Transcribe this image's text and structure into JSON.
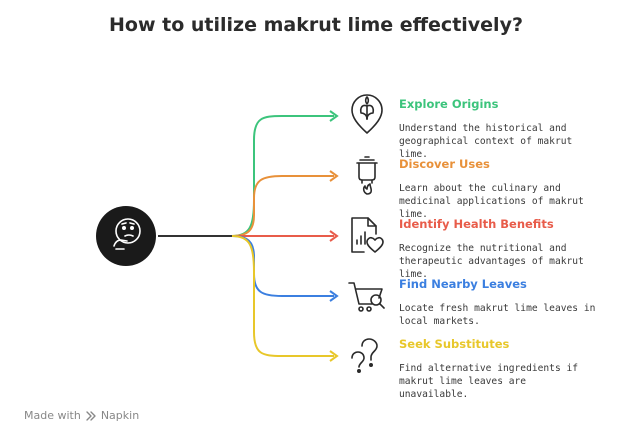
{
  "title": "How to utilize makrut lime effectively?",
  "center": {
    "icon": "thinking-face-icon"
  },
  "branches": [
    {
      "label": "Explore Origins",
      "description": "Understand the historical and geographical context of makrut lime.",
      "color": "#3cc47c",
      "icon": "leaf-pin-icon"
    },
    {
      "label": "Discover Uses",
      "description": "Learn about the culinary and medicinal applications of makrut lime.",
      "color": "#e8913a",
      "icon": "cooking-pot-icon"
    },
    {
      "label": "Identify Health Benefits",
      "description": "Recognize the nutritional and therapeutic advantages of makrut lime.",
      "color": "#e85c4a",
      "icon": "health-report-icon"
    },
    {
      "label": "Find Nearby Leaves",
      "description": "Locate fresh makrut lime leaves in local markets.",
      "color": "#3b7fe0",
      "icon": "shopping-cart-search-icon"
    },
    {
      "label": "Seek Substitutes",
      "description": "Find alternative ingredients if makrut lime leaves are unavailable.",
      "color": "#e8c72a",
      "icon": "question-marks-icon"
    }
  ],
  "footer": {
    "text": "Made with",
    "brand": "Napkin"
  }
}
